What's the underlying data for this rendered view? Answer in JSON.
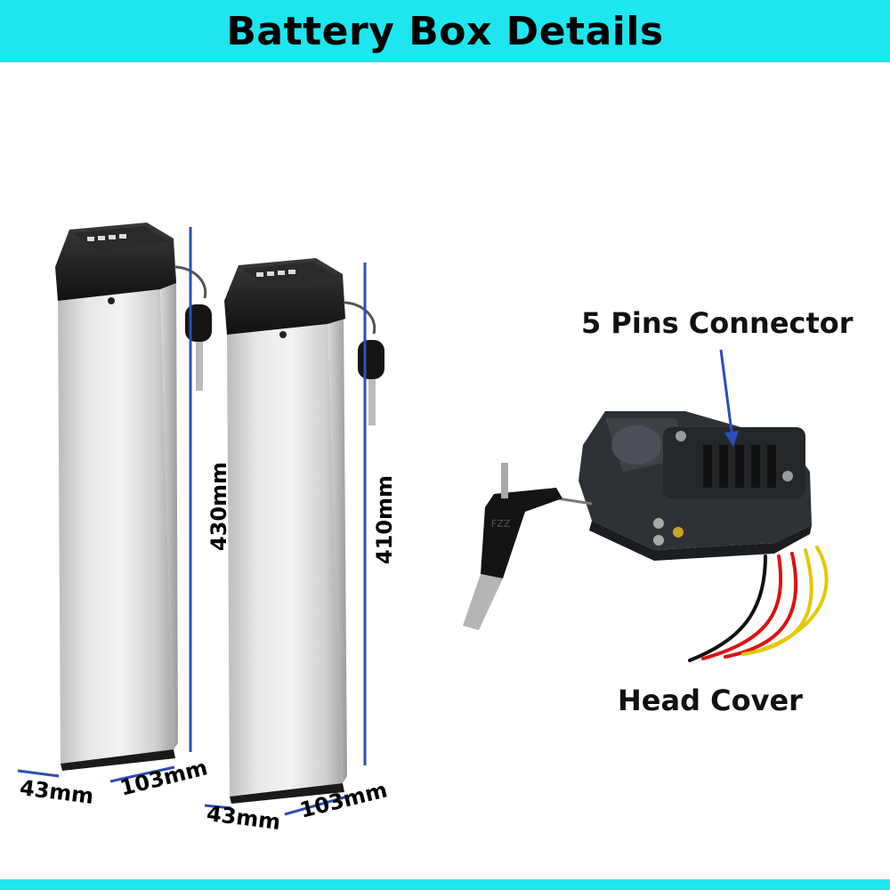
{
  "header": {
    "title": "Battery Box Details"
  },
  "dimensions": {
    "battery_a_height": "430mm",
    "battery_b_height": "410mm",
    "battery_a_depth": "43mm",
    "battery_a_width": "103mm",
    "battery_b_depth": "43mm",
    "battery_b_width": "103mm"
  },
  "callouts": {
    "connector": "5 Pins Connector",
    "head_cover": "Head Cover"
  },
  "colors": {
    "banner": "#1ee6ee",
    "dimension_line": "#2b4fb8"
  }
}
